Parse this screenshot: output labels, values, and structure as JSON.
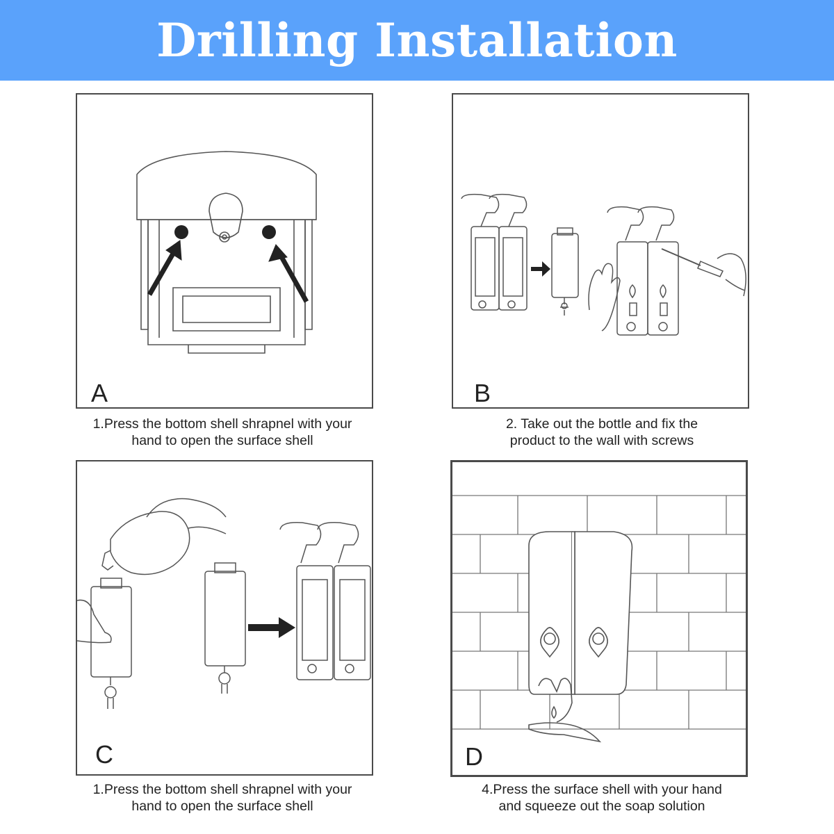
{
  "header": {
    "title": "Drilling Installation"
  },
  "steps": [
    {
      "letter": "A",
      "caption_line1": "1.Press the bottom shell shrapnel with your",
      "caption_line2": "hand to open the surface shell"
    },
    {
      "letter": "B",
      "caption_line1": "2. Take out the bottle and fix the",
      "caption_line2": "product to the wall with screws"
    },
    {
      "letter": "C",
      "caption_line1": "1.Press the bottom shell shrapnel with your",
      "caption_line2": "hand to open the surface shell"
    },
    {
      "letter": "D",
      "caption_line1": "4.Press the surface shell with your hand",
      "caption_line2": "and squeeze out the soap solution"
    }
  ],
  "colors": {
    "banner": "#5aa2fb",
    "banner_text": "#ffffff",
    "line": "#4a4a4a",
    "arrow": "#222222"
  }
}
